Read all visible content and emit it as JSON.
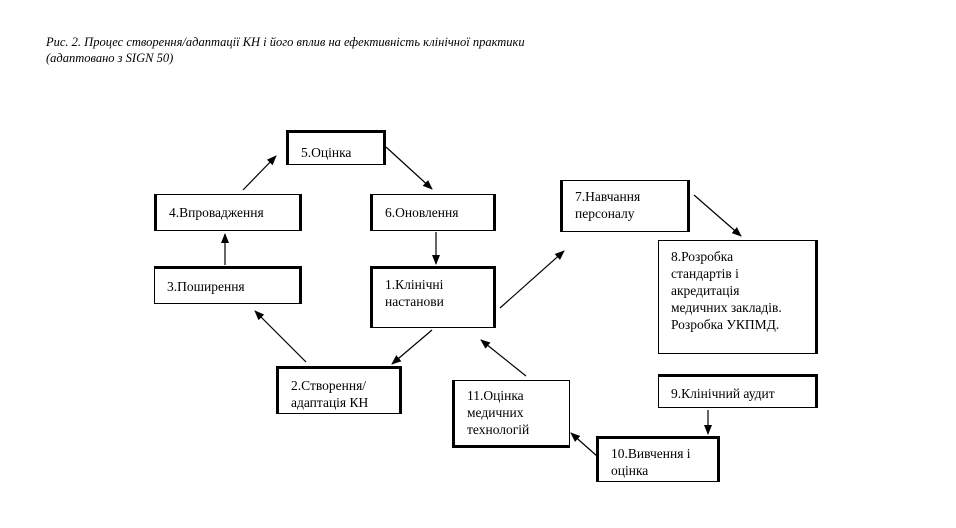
{
  "caption": {
    "line1": "Рис. 2. Процес створення/адаптації КН і його вплив на ефективність клінічної практики",
    "line2": "(адаптовано з SIGN 50)"
  },
  "nodes": {
    "n5": [
      "5.Оцінка"
    ],
    "n6": [
      "6.Оновлення"
    ],
    "n4": [
      "4.Впровадження"
    ],
    "n3": [
      "3.Поширення"
    ],
    "n1": [
      "1.Клінічні",
      "настанови"
    ],
    "n2": [
      "2.Створення/",
      "адаптація КН"
    ],
    "n7": [
      "7.Навчання",
      "персоналу"
    ],
    "n8": [
      "8.Розробка",
      "стандартів і",
      "акредитація",
      "медичних закладів.",
      "Розробка УКПМД."
    ],
    "n9": [
      "9.Клінічний аудит"
    ],
    "n11": [
      "11.Оцінка",
      "медичних",
      "технологій"
    ],
    "n10": [
      "10.Вивчення і",
      "оцінка"
    ]
  }
}
